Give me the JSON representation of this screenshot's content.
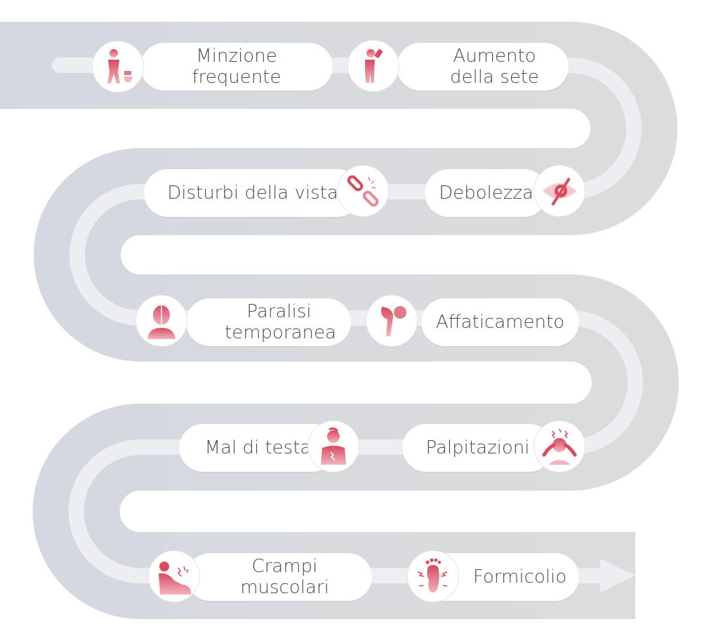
{
  "steps": [
    {
      "id": "minzione",
      "label": "Minzione frequente",
      "icon": "frequent-urination-icon"
    },
    {
      "id": "sete",
      "label": "Aumento della sete",
      "icon": "drinking-thirst-icon"
    },
    {
      "id": "debolezza",
      "label": "Debolezza",
      "icon": "broken-chain-weakness-icon"
    },
    {
      "id": "vista",
      "label": "Disturbi della vista",
      "icon": "crossed-eye-vision-icon"
    },
    {
      "id": "paralisi",
      "label": "Paralisi temporanea",
      "icon": "face-paralysis-icon"
    },
    {
      "id": "affaticamento",
      "label": "Affaticamento",
      "icon": "tired-head-fatigue-icon"
    },
    {
      "id": "palpitazioni",
      "label": "Palpitazioni",
      "icon": "chest-pain-palpitations-icon"
    },
    {
      "id": "maltesta",
      "label": "Mal di testa",
      "icon": "headache-icon"
    },
    {
      "id": "crampi",
      "label": "Crampi muscolari",
      "icon": "muscle-cramp-icon"
    },
    {
      "id": "formicolio",
      "label": "Formicolio",
      "icon": "tingling-foot-icon"
    }
  ],
  "colors": {
    "track": "#d7dbe2",
    "track_inner": "#eceef2",
    "accent": "#d94a5f",
    "accent_light": "#f2b4bd",
    "text": "#4d4d4d"
  }
}
